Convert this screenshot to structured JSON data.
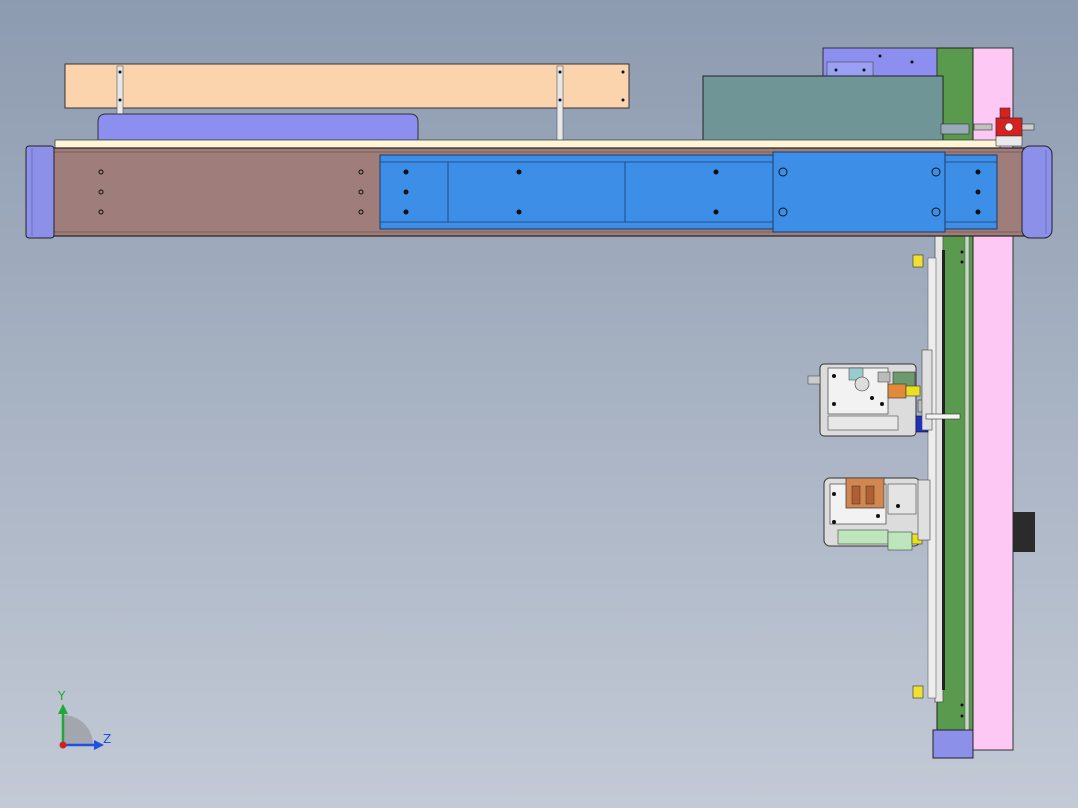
{
  "viewport": {
    "background_top": "#8d9bb0",
    "background_bottom": "#c3cad6"
  },
  "model": {
    "colors": {
      "beam": "#9e7d7a",
      "carriage_blue": "#3c8ee6",
      "end_cap": "#8c90e8",
      "panel_peach": "#fbd3ad",
      "panel_lavender": "#8c8ff0",
      "motor_box": "#6f9596",
      "column_green": "#5a9a4e",
      "panel_pink": "#fdc8f4",
      "valve_red": "#d92020"
    },
    "components": [
      "beam-main",
      "carriage-plate",
      "end-cap-left",
      "end-cap-right",
      "top-rail-peach",
      "lavender-cover",
      "motor-box",
      "vertical-column",
      "pink-back-panel",
      "gripper-assembly-upper",
      "gripper-assembly-lower",
      "red-valve"
    ]
  },
  "triad": {
    "y_label": "Y",
    "z_label": "Z",
    "y_color": "#1fa833",
    "z_color": "#2050e0",
    "x_color": "#d02020"
  }
}
